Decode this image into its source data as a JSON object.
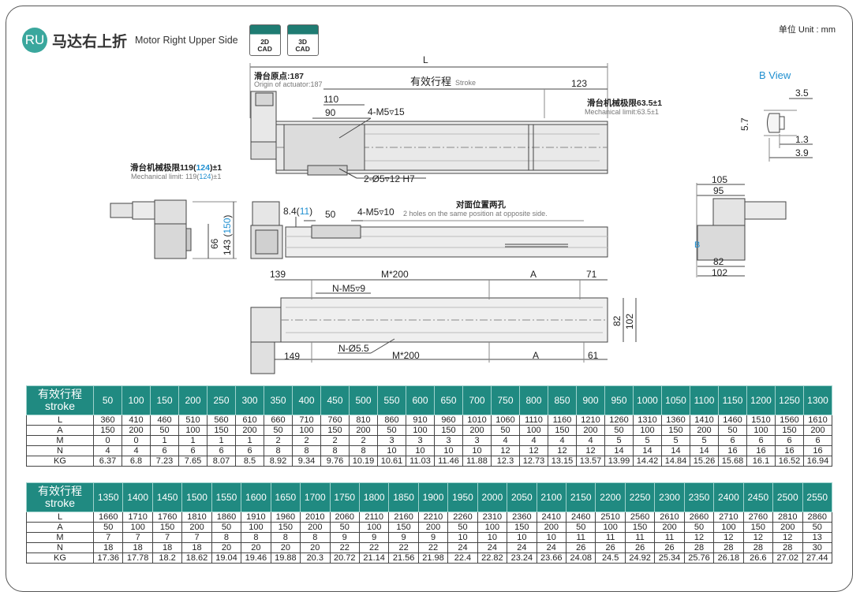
{
  "header": {
    "badge": "RU",
    "title_cn": "马达右上折",
    "title_en": "Motor Right Upper Side",
    "cad2d_top": "2D",
    "cad2d_bottom": "CAD",
    "cad3d_top": "3D",
    "cad3d_bottom": "CAD"
  },
  "unit": "单位 Unit : mm",
  "drawing": {
    "top_view": {
      "L": "L",
      "origin_cn": "滑台原点:187",
      "origin_en": "Origin of actuator:187",
      "stroke_cn": "有效行程",
      "stroke_en": "Stroke",
      "dim_123": "123",
      "dim_110": "110",
      "dim_90": "90",
      "holes_top": "4-M5▿15",
      "mech_right_cn": "滑台机械极限63.5±1",
      "mech_right_en": "Mechanical limit:63.5±1",
      "mech_left_cn_a": "滑台机械极限119(",
      "mech_left_cn_b": "124",
      "mech_left_cn_c": ")±1",
      "mech_left_en_a": "Mechanical limit: 119(",
      "mech_left_en_b": "124",
      "mech_left_en_c": ")±1",
      "pins": "2-Ø5▿12 H7"
    },
    "side_view": {
      "dim_84_a": "8.4(",
      "dim_84_b": "11",
      "dim_84_c": ")",
      "dim_50": "50",
      "holes": "4-M5▿10",
      "opposite_cn": "对面位置两孔",
      "opposite_en": "2 holes on the same position at opposite side.",
      "dim_66": "66",
      "dim_143_a": "143 (",
      "dim_143_b": "150",
      "dim_143_c": ")"
    },
    "bottom_view": {
      "dim_139": "139",
      "m200_top": "M*200",
      "a_top": "A",
      "dim_71": "71",
      "n_m5": "N-M5▿9",
      "dim_82": "82",
      "dim_102": "102",
      "dim_149": "149",
      "n_d55": "N-Ø5.5",
      "m200_bottom": "M*200",
      "a_bottom": "A",
      "dim_61": "61"
    },
    "b_view": {
      "title": "B View",
      "dim_35": "3.5",
      "dim_57": "5.7",
      "dim_13": "1.3",
      "dim_39": "3.9"
    },
    "end_view": {
      "dim_105": "105",
      "dim_95": "95",
      "dim_82": "82",
      "dim_102": "102",
      "b_label": "B"
    }
  },
  "table1": {
    "label_cn": "有效行程",
    "label_en": "stroke",
    "strokes": [
      "50",
      "100",
      "150",
      "200",
      "250",
      "300",
      "350",
      "400",
      "450",
      "500",
      "550",
      "600",
      "650",
      "700",
      "750",
      "800",
      "850",
      "900",
      "950",
      "1000",
      "1050",
      "1100",
      "1150",
      "1200",
      "1250",
      "1300"
    ],
    "rows": [
      {
        "label": "L",
        "values": [
          "360",
          "410",
          "460",
          "510",
          "560",
          "610",
          "660",
          "710",
          "760",
          "810",
          "860",
          "910",
          "960",
          "1010",
          "1060",
          "1110",
          "1160",
          "1210",
          "1260",
          "1310",
          "1360",
          "1410",
          "1460",
          "1510",
          "1560",
          "1610"
        ]
      },
      {
        "label": "A",
        "values": [
          "150",
          "200",
          "50",
          "100",
          "150",
          "200",
          "50",
          "100",
          "150",
          "200",
          "50",
          "100",
          "150",
          "200",
          "50",
          "100",
          "150",
          "200",
          "50",
          "100",
          "150",
          "200",
          "50",
          "100",
          "150",
          "200"
        ]
      },
      {
        "label": "M",
        "values": [
          "0",
          "0",
          "1",
          "1",
          "1",
          "1",
          "2",
          "2",
          "2",
          "2",
          "3",
          "3",
          "3",
          "3",
          "4",
          "4",
          "4",
          "4",
          "5",
          "5",
          "5",
          "5",
          "6",
          "6",
          "6",
          "6"
        ]
      },
      {
        "label": "N",
        "values": [
          "4",
          "4",
          "6",
          "6",
          "6",
          "6",
          "8",
          "8",
          "8",
          "8",
          "10",
          "10",
          "10",
          "10",
          "12",
          "12",
          "12",
          "12",
          "14",
          "14",
          "14",
          "14",
          "16",
          "16",
          "16",
          "16"
        ]
      },
      {
        "label": "KG",
        "values": [
          "6.37",
          "6.8",
          "7.23",
          "7.65",
          "8.07",
          "8.5",
          "8.92",
          "9.34",
          "9.76",
          "10.19",
          "10.61",
          "11.03",
          "11.46",
          "11.88",
          "12.3",
          "12.73",
          "13.15",
          "13.57",
          "13.99",
          "14.42",
          "14.84",
          "15.26",
          "15.68",
          "16.1",
          "16.52",
          "16.94"
        ]
      }
    ]
  },
  "table2": {
    "label_cn": "有效行程",
    "label_en": "stroke",
    "strokes": [
      "1350",
      "1400",
      "1450",
      "1500",
      "1550",
      "1600",
      "1650",
      "1700",
      "1750",
      "1800",
      "1850",
      "1900",
      "1950",
      "2000",
      "2050",
      "2100",
      "2150",
      "2200",
      "2250",
      "2300",
      "2350",
      "2400",
      "2450",
      "2500",
      "2550"
    ],
    "rows": [
      {
        "label": "L",
        "values": [
          "1660",
          "1710",
          "1760",
          "1810",
          "1860",
          "1910",
          "1960",
          "2010",
          "2060",
          "2110",
          "2160",
          "2210",
          "2260",
          "2310",
          "2360",
          "2410",
          "2460",
          "2510",
          "2560",
          "2610",
          "2660",
          "2710",
          "2760",
          "2810",
          "2860"
        ]
      },
      {
        "label": "A",
        "values": [
          "50",
          "100",
          "150",
          "200",
          "50",
          "100",
          "150",
          "200",
          "50",
          "100",
          "150",
          "200",
          "50",
          "100",
          "150",
          "200",
          "50",
          "100",
          "150",
          "200",
          "50",
          "100",
          "150",
          "200",
          "50"
        ]
      },
      {
        "label": "M",
        "values": [
          "7",
          "7",
          "7",
          "7",
          "8",
          "8",
          "8",
          "8",
          "9",
          "9",
          "9",
          "9",
          "10",
          "10",
          "10",
          "10",
          "11",
          "11",
          "11",
          "11",
          "12",
          "12",
          "12",
          "12",
          "13"
        ]
      },
      {
        "label": "N",
        "values": [
          "18",
          "18",
          "18",
          "18",
          "20",
          "20",
          "20",
          "20",
          "22",
          "22",
          "22",
          "22",
          "24",
          "24",
          "24",
          "24",
          "26",
          "26",
          "26",
          "26",
          "28",
          "28",
          "28",
          "28",
          "30"
        ]
      },
      {
        "label": "KG",
        "values": [
          "17.36",
          "17.78",
          "18.2",
          "18.62",
          "19.04",
          "19.46",
          "19.88",
          "20.3",
          "20.72",
          "21.14",
          "21.56",
          "21.98",
          "22.4",
          "22.82",
          "23.24",
          "23.66",
          "24.08",
          "24.5",
          "24.92",
          "25.34",
          "25.76",
          "26.18",
          "26.6",
          "27.02",
          "27.44"
        ]
      }
    ]
  },
  "colors": {
    "teal": "#208a81",
    "badge": "#3aa79d",
    "blue": "#1f8fd0"
  }
}
